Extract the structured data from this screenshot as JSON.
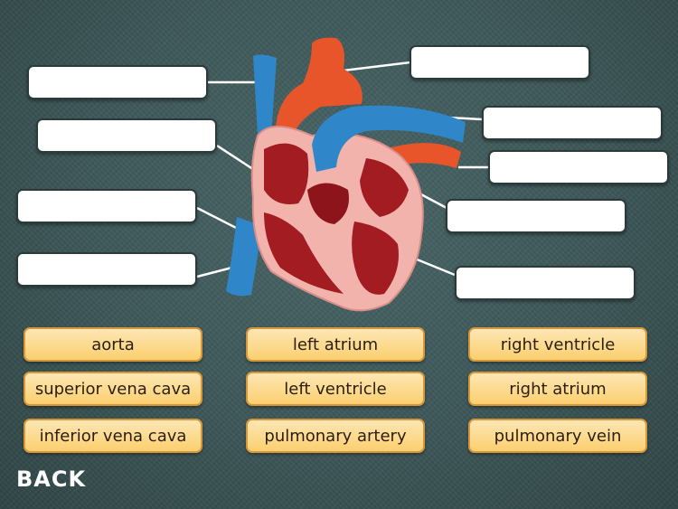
{
  "label_slots": [
    {
      "id": "slot-1",
      "value": ""
    },
    {
      "id": "slot-2",
      "value": ""
    },
    {
      "id": "slot-3",
      "value": ""
    },
    {
      "id": "slot-4",
      "value": ""
    },
    {
      "id": "slot-5",
      "value": ""
    },
    {
      "id": "slot-6",
      "value": ""
    },
    {
      "id": "slot-7",
      "value": ""
    },
    {
      "id": "slot-8",
      "value": ""
    }
  ],
  "word_bank": {
    "col1": [
      "aorta",
      "superior vena cava",
      "inferior vena cava"
    ],
    "col2": [
      "left atrium",
      "left ventricle",
      "pulmonary artery"
    ],
    "col3": [
      "right ventricle",
      "right atrium",
      "pulmonary vein"
    ]
  },
  "nav": {
    "back_label": "BACK"
  },
  "colors": {
    "chip_fill": "#fbcf6f",
    "vein_blue": "#2f86c9",
    "artery_red": "#e8552a",
    "muscle_pink": "#f2b3ad",
    "chamber_dark": "#a21c22"
  }
}
